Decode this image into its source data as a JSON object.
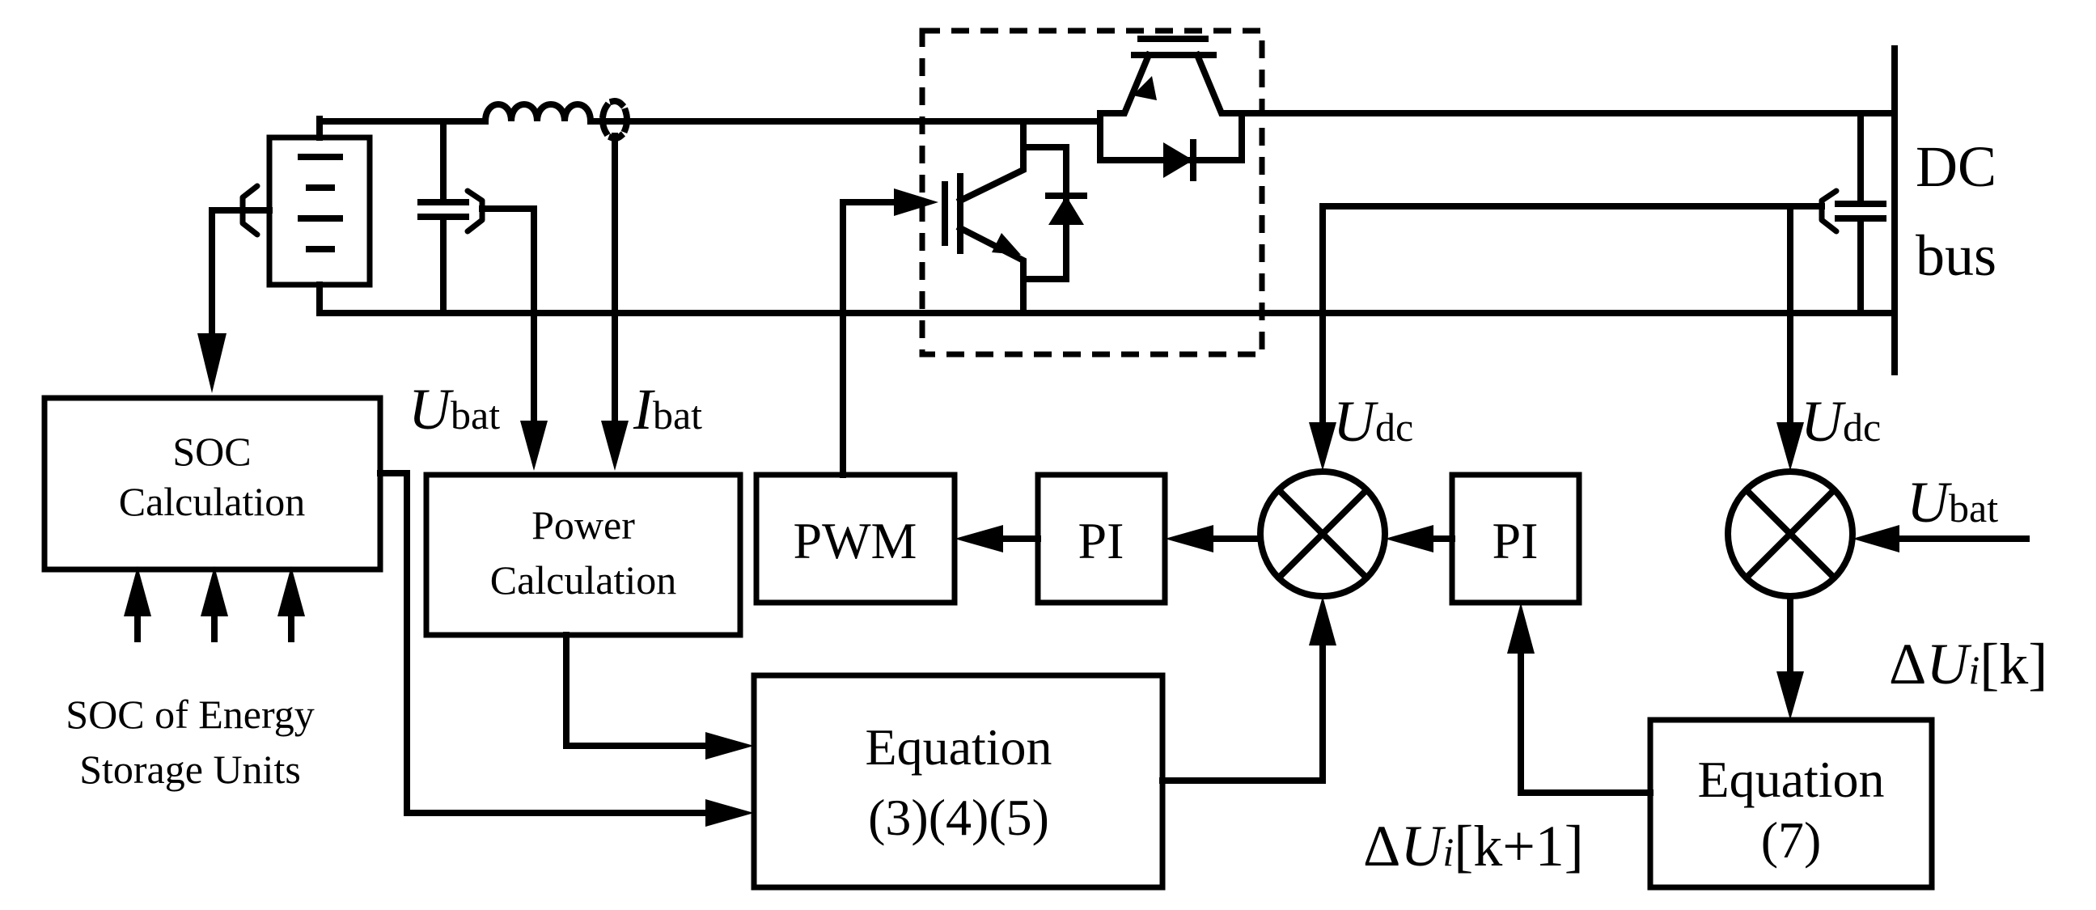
{
  "blocks": {
    "soc_calc": [
      "SOC",
      "Calculation"
    ],
    "power_calc": [
      "Power",
      "Calculation"
    ],
    "pwm": "PWM",
    "pi_inner": "PI",
    "pi_outer": "PI",
    "eq345": [
      "Equation",
      "(3)(4)(5)"
    ],
    "eq7": [
      "Equation",
      "(7)"
    ]
  },
  "labels": {
    "dc_bus": [
      "DC",
      "bus"
    ],
    "soc_units": [
      "SOC of Energy",
      "Storage Units"
    ],
    "u_bat_meas": {
      "main": "U",
      "sub": "bat"
    },
    "i_bat_meas": {
      "main": "I",
      "sub": "bat"
    },
    "u_dc_inner": {
      "main": "U",
      "sub": "dc"
    },
    "u_dc_outer": {
      "main": "U",
      "sub": "dc"
    },
    "u_bat_ref": {
      "main": "U",
      "sub": "bat"
    },
    "delta_u_k": {
      "delta": "Δ",
      "main": "U",
      "idx": "i",
      "tail": "[k]"
    },
    "delta_u_k1": {
      "delta": "Δ",
      "main": "U",
      "idx": "i",
      "tail": "[k+1]"
    }
  }
}
